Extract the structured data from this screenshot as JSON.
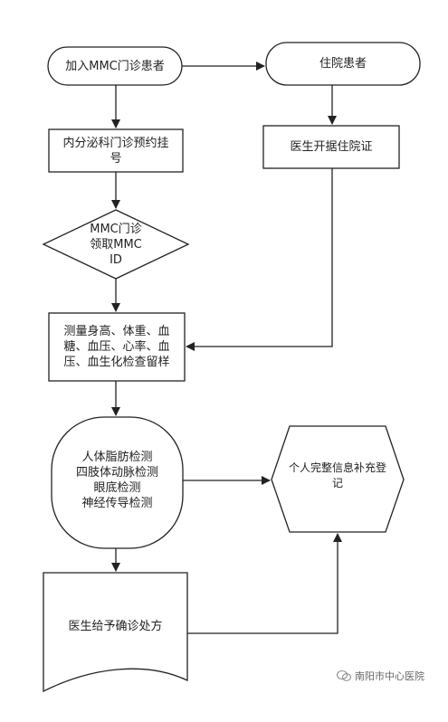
{
  "nodes": {
    "join_mmc": "加入MMC门诊患者",
    "inpatient": "住院患者",
    "endocrine_registration": [
      "内分泌科门诊预约挂",
      "号"
    ],
    "doctor_admission": "医生开据住院证",
    "mmc_id": [
      "MMC门诊",
      "领取MMC",
      "ID"
    ],
    "measure": [
      "测量身高、体重、血",
      "糖、血压、心率、血",
      "压、血生化检查留样"
    ],
    "exams": [
      "人体脂肪检测",
      "四肢体动脉检测",
      "眼底检测",
      "神经传导检测"
    ],
    "complete_info": [
      "个人完整信息补充登",
      "记"
    ],
    "diagnosis": "医生给予确诊处方"
  },
  "watermark": "南阳市中心医院"
}
